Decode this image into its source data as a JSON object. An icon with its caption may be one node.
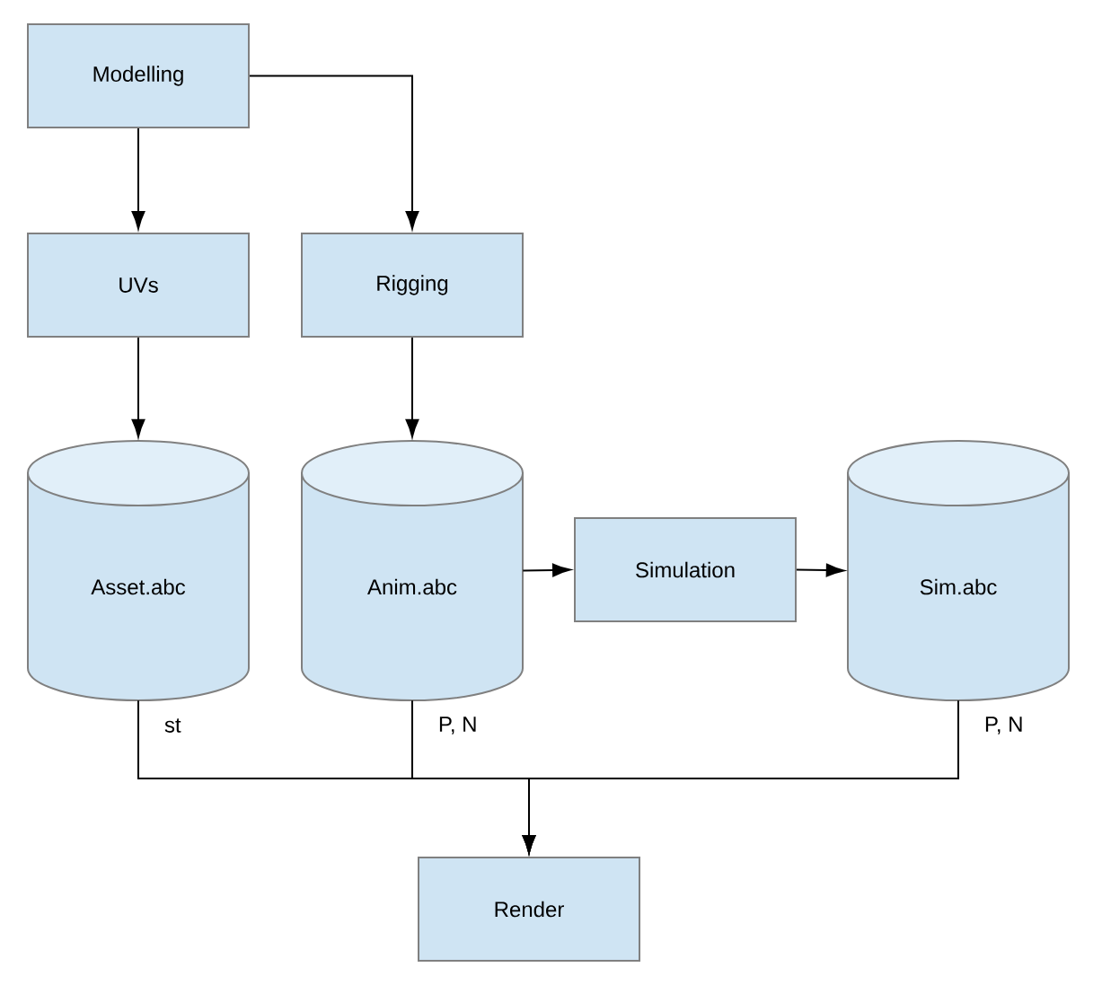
{
  "diagram": {
    "nodes": [
      {
        "text": [
          "Modelling"
        ]
      },
      {
        "text": [
          "UVs"
        ]
      },
      {
        "text": [
          "Rigging"
        ]
      },
      {
        "text": [
          "Asset.abc"
        ]
      },
      {
        "text": [
          "Anim.abc"
        ]
      },
      {
        "text": [
          "Simulation"
        ]
      },
      {
        "text": [
          "Sim.abc"
        ]
      },
      {
        "text": [
          "Render"
        ]
      }
    ],
    "edges": [
      {
        "from": 0,
        "to": 1,
        "arrow": "to"
      },
      {
        "from": 0,
        "to": 2,
        "arrow": "to"
      },
      {
        "from": 1,
        "to": 3,
        "arrow": "to"
      },
      {
        "from": 2,
        "to": 4,
        "arrow": "to"
      },
      {
        "from": 4,
        "to": 5,
        "arrow": "to"
      },
      {
        "from": 5,
        "to": 6,
        "arrow": "to"
      },
      {
        "from": 3,
        "to": 7,
        "arrow": "to",
        "label": "st"
      },
      {
        "from": 4,
        "to": 7,
        "arrow": "to",
        "label": "P, N"
      },
      {
        "from": 6,
        "to": 7,
        "arrow": "to",
        "label": "P, N"
      }
    ]
  }
}
